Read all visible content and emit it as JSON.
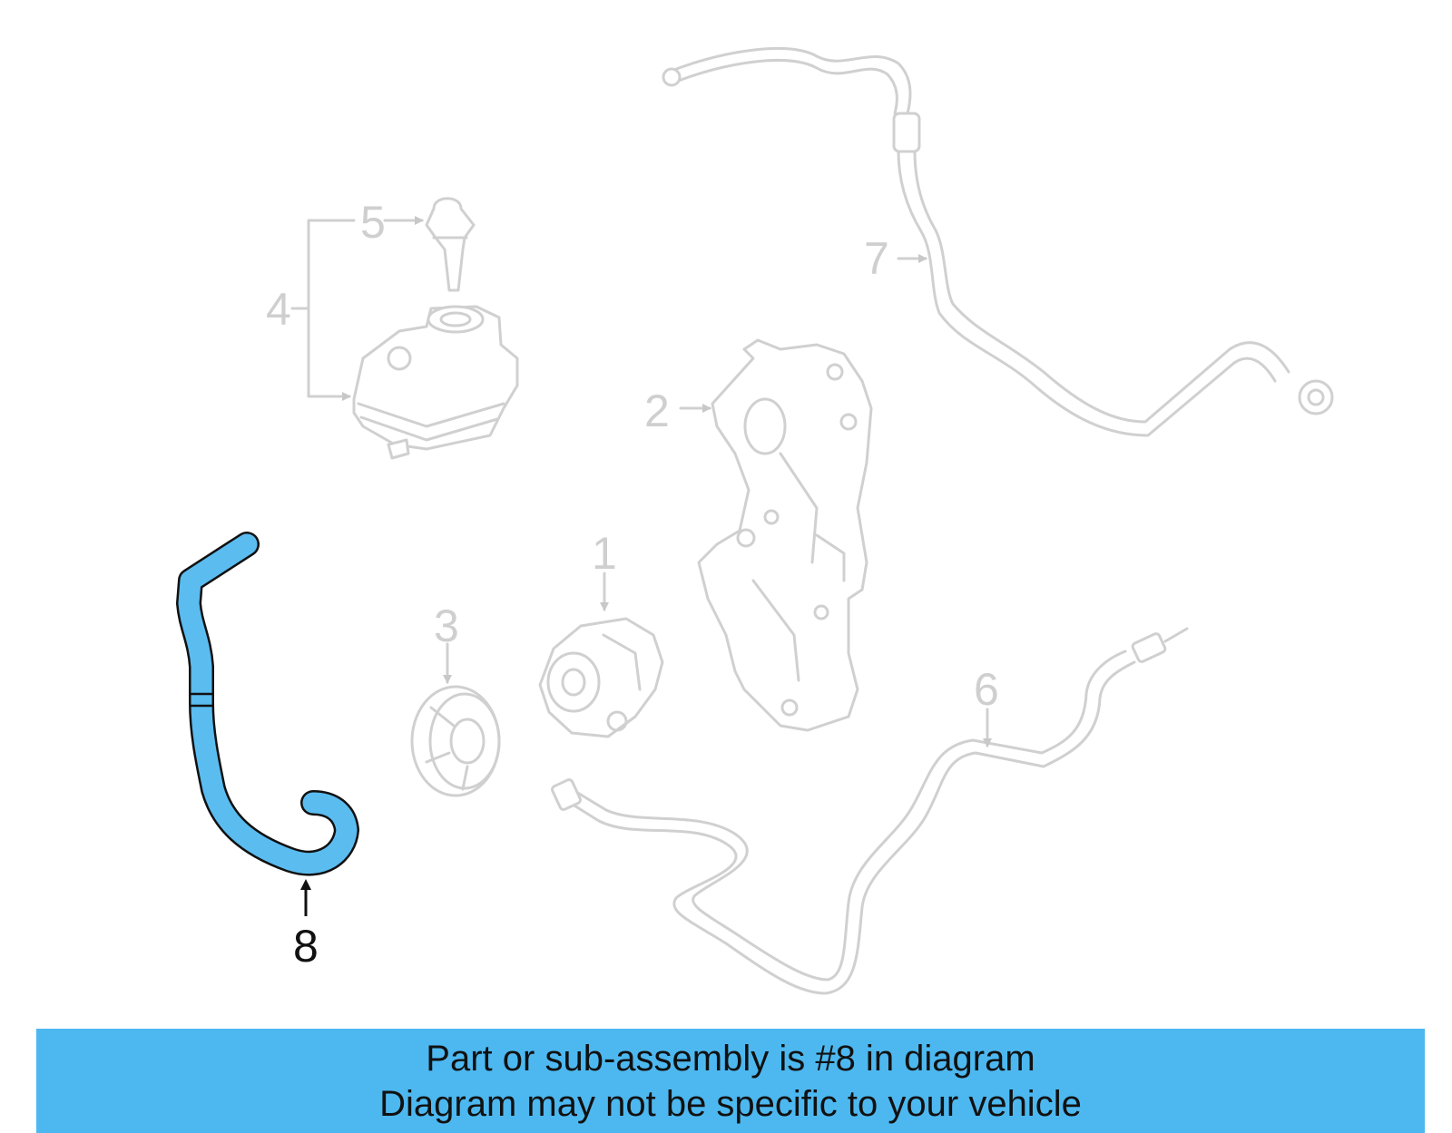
{
  "diagram": {
    "callouts": {
      "c1": "1",
      "c2": "2",
      "c3": "3",
      "c4": "4",
      "c5": "5",
      "c6": "6",
      "c7": "7",
      "c8": "8"
    },
    "highlight_color": "#5bbcf0",
    "ghost_color": "#d0d0d0",
    "highlighted_part": "8"
  },
  "banner": {
    "line1": "Part or sub-assembly is #8 in diagram",
    "line2": "Diagram may not be specific to your vehicle",
    "background": "#4db8f0"
  }
}
